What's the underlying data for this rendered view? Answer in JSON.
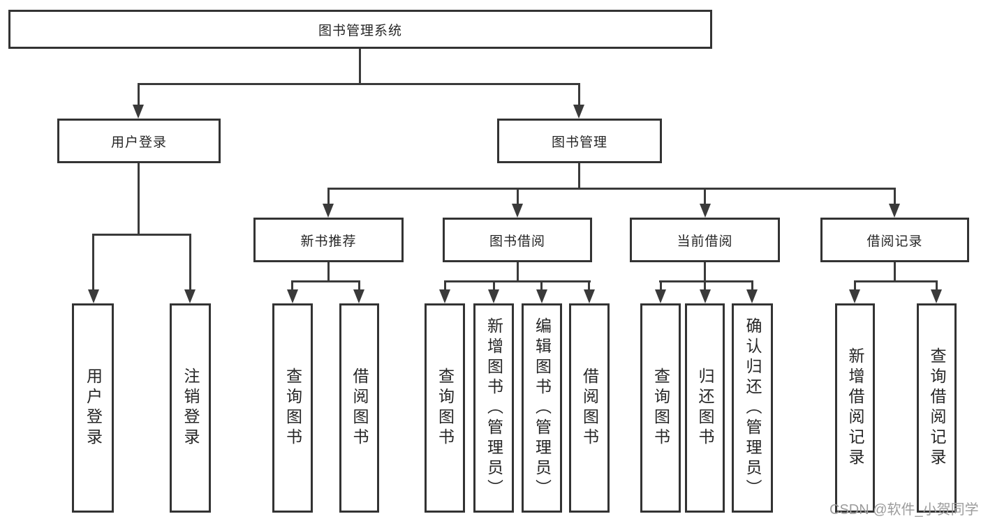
{
  "diagram_title": "图书管理系统",
  "tree": {
    "root": "图书管理系统",
    "user_login": {
      "label": "用户登录",
      "children": [
        "用户登录",
        "注销登录"
      ]
    },
    "book_management": {
      "label": "图书管理",
      "sections": [
        {
          "label": "新书推荐",
          "children": [
            "查询图书",
            "借阅图书"
          ]
        },
        {
          "label": "图书借阅",
          "children": [
            "查询图书",
            "新增图书（管理员）",
            "编辑图书（管理员）",
            "借阅图书"
          ]
        },
        {
          "label": "当前借阅",
          "children": [
            "查询图书",
            "归还图书",
            "确认归还（管理员）"
          ]
        },
        {
          "label": "借阅记录",
          "children": [
            "新增借阅记录",
            "查询借阅记录"
          ]
        }
      ]
    }
  },
  "watermark": {
    "text": "CSDN @软件_小贺同学",
    "color": "#9c9c9c"
  },
  "colors": {
    "line": "#3a3a3a",
    "box_border": "#333333",
    "text": "#262626",
    "background": "#ffffff"
  }
}
